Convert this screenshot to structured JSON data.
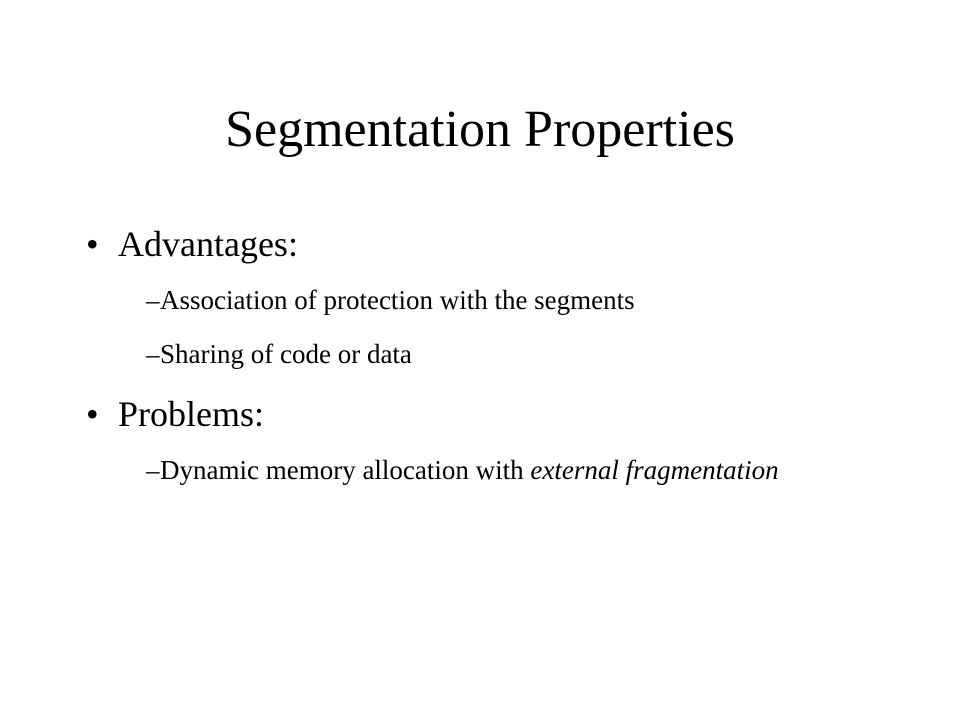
{
  "slide": {
    "title": "Segmentation Properties",
    "sections": [
      {
        "bullet": "•",
        "heading": "Advantages:",
        "items": [
          {
            "dash": "–",
            "text": "Association of protection with the segments"
          },
          {
            "dash": "–",
            "text": "Sharing of code or data"
          }
        ]
      },
      {
        "bullet": "•",
        "heading": "Problems:",
        "items": [
          {
            "dash": "–",
            "text": "Dynamic memory allocation with ",
            "emphasis": "external fragmentation"
          }
        ]
      }
    ]
  }
}
